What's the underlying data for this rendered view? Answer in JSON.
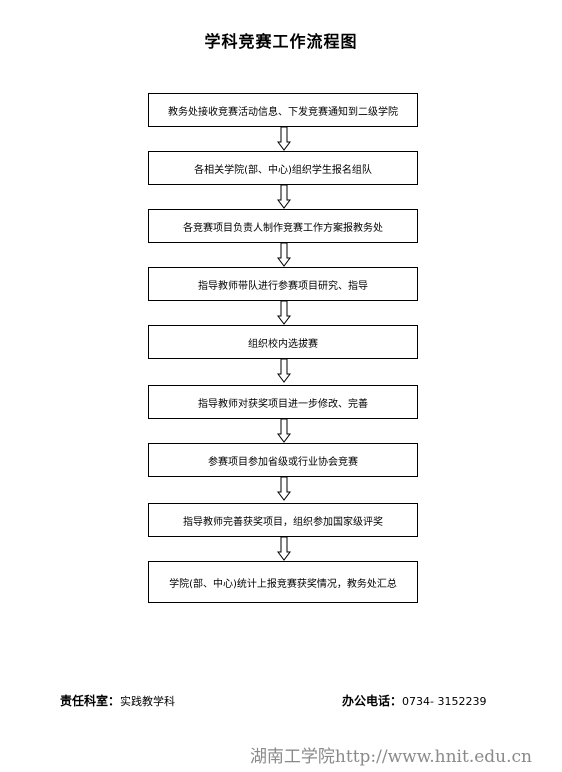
{
  "title": "学科竞赛工作流程图",
  "steps": [
    "教务处接收竞赛活动信息、下发竞赛通知到二级学院",
    "各相关学院(部、中心)组织学生报名组队",
    "各竞赛项目负责人制作竞赛工作方案报教务处",
    "指导教师带队进行参赛项目研究、指导",
    "组织校内选拔赛",
    "指导教师对获奖项目进一步修改、完善",
    "参赛项目参加省级或行业协会竞赛",
    "指导教师完善获奖项目，组织参加国家级评奖",
    "学院(部、中心)统计上报竞赛获奖情况，教务处汇总"
  ],
  "footer": {
    "dept_label": "责任科室：",
    "dept_value": "实践教学科",
    "phone_label": "办公电话：",
    "phone_value": "0734- 3152239"
  },
  "watermark": "湖南工学院http://www.hnit.edu.cn"
}
